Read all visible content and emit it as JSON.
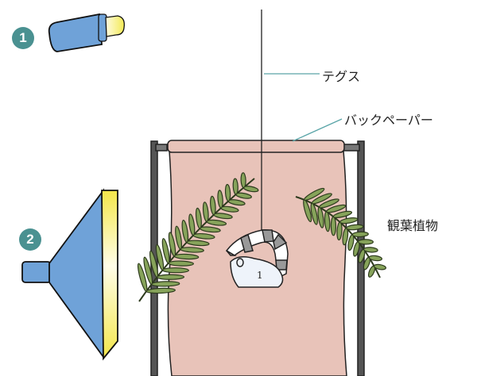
{
  "labels": {
    "fishing_line": "テグス",
    "back_paper": "バックペーパー",
    "houseplant": "観葉植物"
  },
  "badges": {
    "light1": "1",
    "light2": "2"
  },
  "subject_marking": "1",
  "colors": {
    "lamp_blue": "#6fa2d8",
    "badge_teal": "#4a9191",
    "paper_pink": "#e8c3b9",
    "leaf_green": "#86a35a",
    "leader_teal": "#5aa5a8",
    "light_yellow": "#f5ec5a"
  }
}
